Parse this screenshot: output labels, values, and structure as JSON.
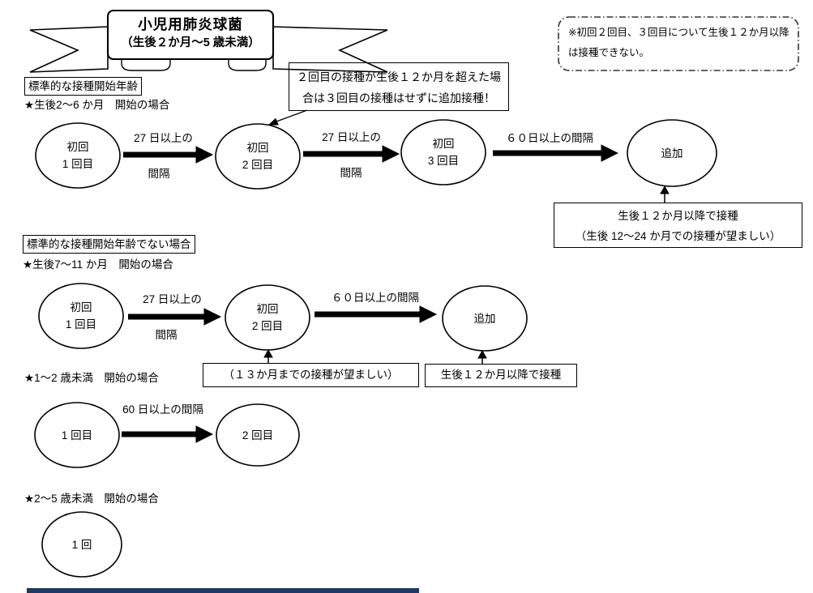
{
  "banner": {
    "title": "小児用肺炎球菌",
    "subtitle": "（生後２か月～5 歳未満）"
  },
  "note": {
    "line1": "※初回２回目、３回目について生後１２か月以降",
    "line2": "は接種できない。"
  },
  "callout": {
    "line1": "２回目の接種が生後１２か月を超えた場",
    "line2": "合は３回目の接種はせずに追加接種！"
  },
  "section1": {
    "heading": "標準的な接種開始年齢",
    "case_label": "★生後2～6 か月　開始の場合"
  },
  "section2": {
    "heading": "標準的な接種開始年齢でない場合",
    "case_label": "★生後7～11 か月　開始の場合"
  },
  "section3": {
    "case_label": "★1～2 歳未満　開始の場合"
  },
  "section4": {
    "case_label": "★2～5 歳未満　開始の場合"
  },
  "row1": {
    "node1": {
      "line1": "初回",
      "line2": "1 回目"
    },
    "node2": {
      "line1": "初回",
      "line2": "2 回目"
    },
    "node3": {
      "line1": "初回",
      "line2": "3 回目"
    },
    "node4": {
      "line1": "追加"
    },
    "arrow1": {
      "top": "27 日以上の",
      "bottom": "間隔"
    },
    "arrow2": {
      "top": "27 日以上の",
      "bottom": "間隔"
    },
    "arrow3": {
      "label": "６０日以上の間隔"
    },
    "annotation": {
      "line1": "生後１２か月以降で接種",
      "line2": "（生後 12～24 か月での接種が望ましい）"
    }
  },
  "row2": {
    "node1": {
      "line1": "初回",
      "line2": "1 回目"
    },
    "node2": {
      "line1": "初回",
      "line2": "2 回目"
    },
    "node3": {
      "line1": "追加"
    },
    "arrow1": {
      "top": "27 日以上の",
      "bottom": "間隔"
    },
    "arrow2": {
      "label": "６０日以上の間隔"
    },
    "annotation_left": "（１３か月までの接種が望ましい）",
    "annotation_right": "生後１２か月以降で接種"
  },
  "row3": {
    "node1": {
      "line1": "1 回目"
    },
    "node2": {
      "line1": "2 回目"
    },
    "arrow1": {
      "label": "60 日以上の間隔"
    }
  },
  "row4": {
    "node1": {
      "line1": "1 回"
    }
  },
  "colors": {
    "ink": "#000000",
    "window_bar": "#1f3864"
  }
}
